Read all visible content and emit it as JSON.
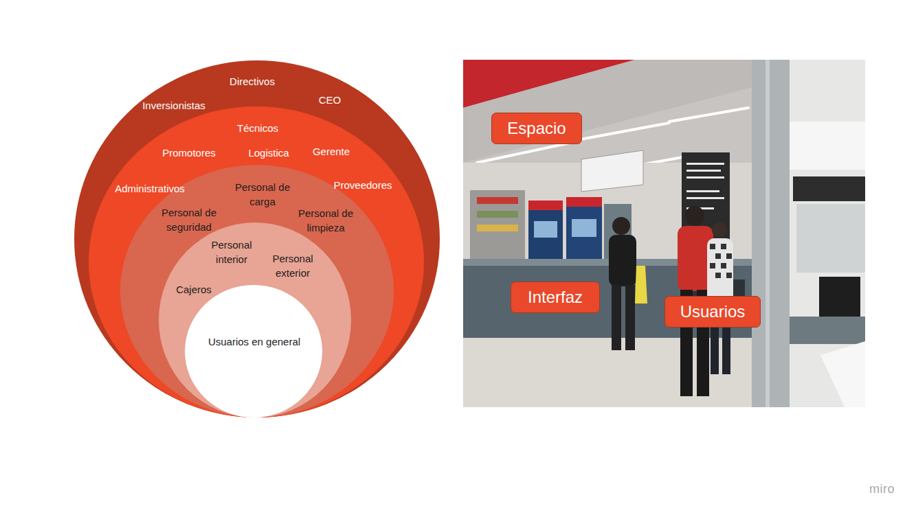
{
  "diagram": {
    "nodes": [
      {
        "text": [
          "Directivos",
          "Inversionistas",
          "CEO"
        ]
      },
      {
        "text": [
          "Técnicos",
          "Promotores",
          "Logistica",
          "Gerente",
          "Administrativos",
          "Proveedores"
        ],
        "in": 0
      },
      {
        "text": [
          "Personal de carga",
          "Personal de seguridad",
          "Personal de limpieza"
        ],
        "in": 1
      },
      {
        "text": [
          "Personal interior",
          "Personal exterior",
          "Cajeros"
        ],
        "in": 2
      },
      {
        "text": [
          "Usuarios en general"
        ],
        "in": 3
      },
      {
        "text": [
          "Espacio"
        ]
      },
      {
        "text": [
          "Interfaz"
        ]
      },
      {
        "text": [
          "Usuarios"
        ]
      }
    ],
    "labels": [
      "miro"
    ]
  }
}
